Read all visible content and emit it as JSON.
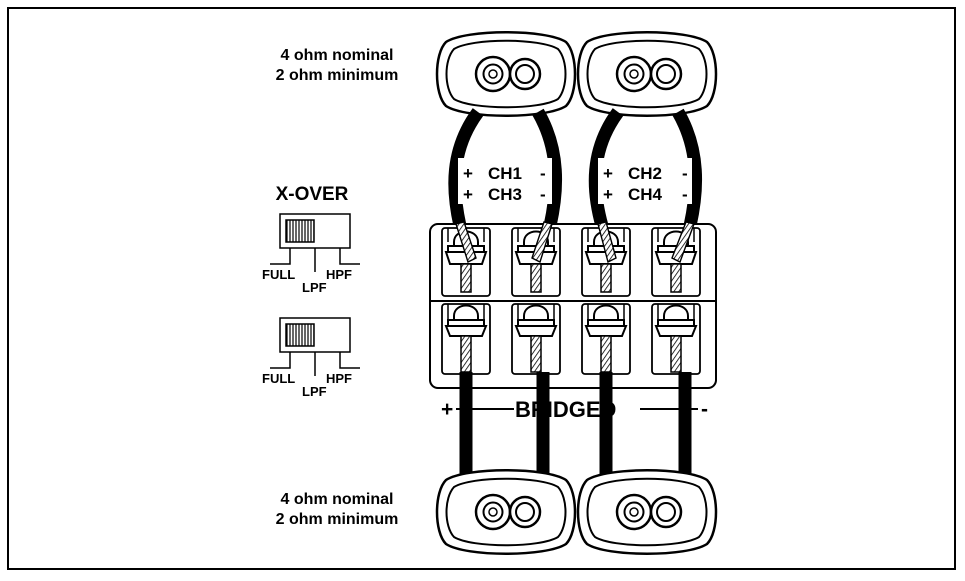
{
  "speaker_top": {
    "line1": "4 ohm nominal",
    "line2": "2 ohm minimum"
  },
  "speaker_bottom": {
    "line1": "4 ohm nominal",
    "line2": "2 ohm minimum"
  },
  "channels": {
    "left_line1": {
      "plus": "+",
      "name": "CH1",
      "minus": "-"
    },
    "left_line2": {
      "plus": "+",
      "name": "CH3",
      "minus": "-"
    },
    "right_line1": {
      "plus": "+",
      "name": "CH2",
      "minus": "-"
    },
    "right_line2": {
      "plus": "+",
      "name": "CH4",
      "minus": "-"
    }
  },
  "xover": {
    "title": "X-OVER",
    "switch1": {
      "full": "FULL",
      "hpf": "HPF",
      "lpf": "LPF"
    },
    "switch2": {
      "full": "FULL",
      "hpf": "HPF",
      "lpf": "LPF"
    }
  },
  "bridged": {
    "plus": "+",
    "label": "BRIDGED",
    "minus": "-"
  }
}
